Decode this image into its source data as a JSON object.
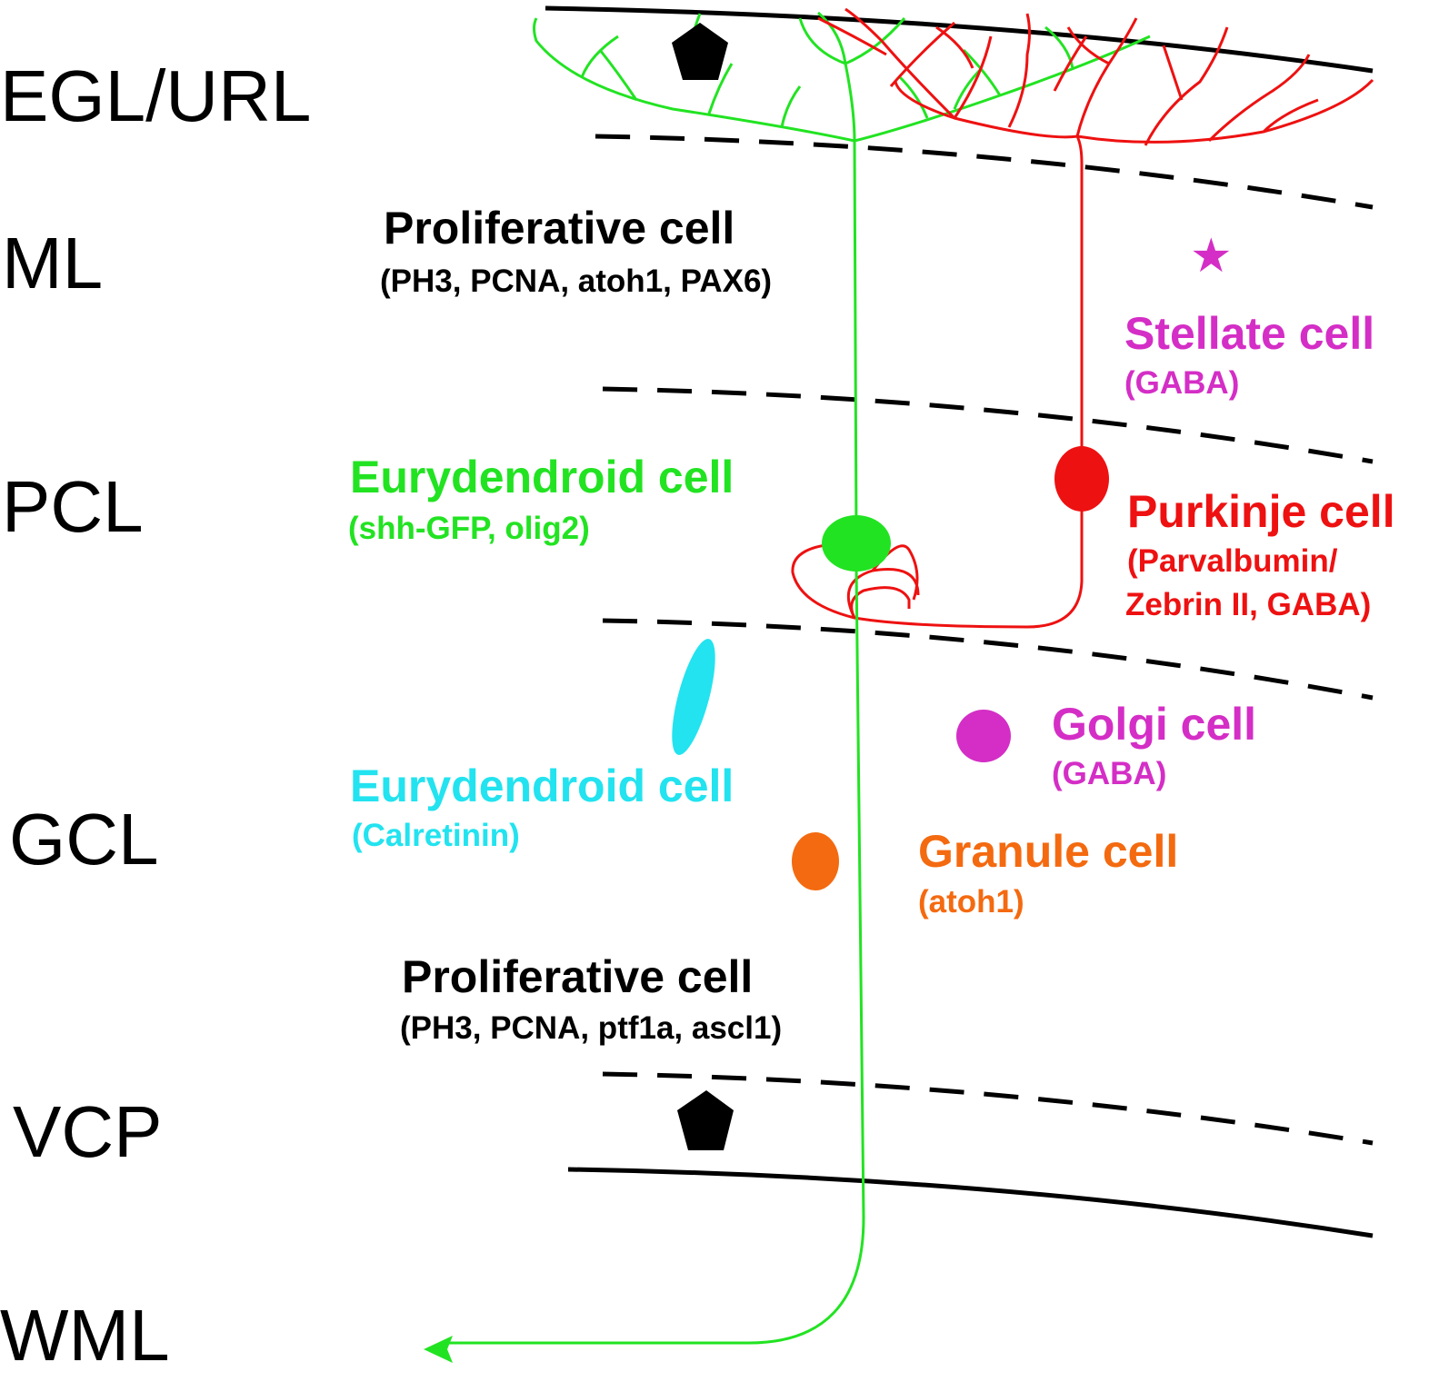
{
  "layers": [
    "EGL/URL",
    "ML",
    "PCL",
    "GCL",
    "VCP",
    "WML"
  ],
  "cells": {
    "proliferative_top": {
      "name": "Proliferative cell",
      "markers": "(PH3, PCNA,  atoh1, PAX6)",
      "color": "#000000"
    },
    "stellate": {
      "name": "Stellate cell",
      "markers": "(GABA)",
      "color": "#d42ec6",
      "symbol": "★"
    },
    "eurydendroid_green": {
      "name": "Eurydendroid cell",
      "markers": "(shh-GFP, olig2)",
      "color": "#22e322"
    },
    "purkinje": {
      "name": "Purkinje cell",
      "markers_line1": "(Parvalbumin/",
      "markers_line2": "Zebrin II, GABA)",
      "color": "#ee1111"
    },
    "golgi": {
      "name": "Golgi cell",
      "markers": "(GABA)",
      "color": "#d42ec6"
    },
    "eurydendroid_cyan": {
      "name": "Eurydendroid cell",
      "markers": "(Calretinin)",
      "color": "#22e3ef"
    },
    "granule": {
      "name": "Granule cell",
      "markers": "(atoh1)",
      "color": "#f46a10"
    },
    "proliferative_bottom": {
      "name": "Proliferative cell",
      "markers": "(PH3, PCNA, ptf1a, ascl1)",
      "color": "#000000"
    }
  },
  "icons": [
    "proliferative-pentagon-icon",
    "stellate-star-icon",
    "wml-arrow-icon"
  ]
}
